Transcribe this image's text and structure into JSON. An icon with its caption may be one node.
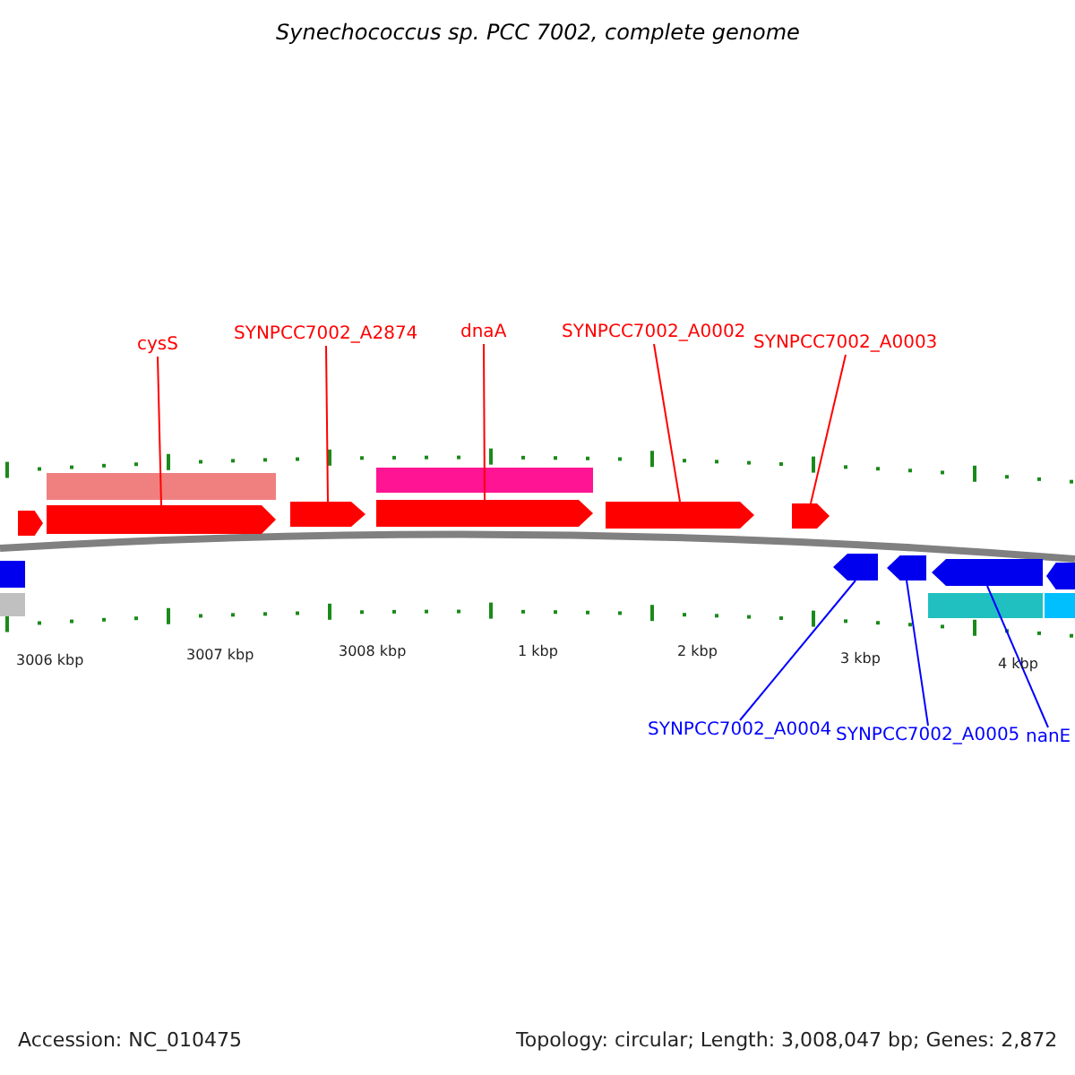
{
  "diagram": {
    "title": "Synechococcus sp. PCC 7002, complete genome",
    "nodes": [
      {
        "text": [
          "cysS"
        ]
      },
      {
        "text": [
          "SYNPCC7002_A2874"
        ]
      },
      {
        "text": [
          "dnaA"
        ]
      },
      {
        "text": [
          "SYNPCC7002_A0002"
        ]
      },
      {
        "text": [
          "SYNPCC7002_A0003"
        ]
      },
      {
        "text": [
          "SYNPCC7002_A0004"
        ]
      },
      {
        "text": [
          "SYNPCC7002_A0005"
        ]
      },
      {
        "text": [
          "nanE"
        ]
      },
      {
        "text": [],
        "shape": "arrow"
      },
      {
        "text": [],
        "shape": "arrow"
      },
      {
        "text": [],
        "shape": "arrow"
      },
      {
        "text": [],
        "shape": "arrow"
      },
      {
        "text": [],
        "shape": "arrow"
      },
      {
        "text": [],
        "shape": "arrow"
      },
      {
        "text": [],
        "shape": "arrow"
      },
      {
        "text": [],
        "shape": "arrow"
      },
      {
        "text": [],
        "shape": "arrow"
      },
      {
        "text": [],
        "shape": "bar"
      },
      {
        "text": [],
        "shape": "bar"
      },
      {
        "text": [],
        "shape": "bar"
      },
      {
        "text": [],
        "shape": "bar"
      },
      {
        "text": [],
        "shape": "arrow"
      },
      {
        "text": [],
        "shape": "bar"
      },
      {
        "text": [],
        "shape": "bar"
      }
    ],
    "edges": [
      {
        "from": 0,
        "to": 8,
        "arrow": "none"
      },
      {
        "from": 1,
        "to": 9,
        "arrow": "none"
      },
      {
        "from": 2,
        "to": 10,
        "arrow": "none"
      },
      {
        "from": 3,
        "to": 11,
        "arrow": "none"
      },
      {
        "from": 4,
        "to": 12,
        "arrow": "none"
      },
      {
        "from": 5,
        "to": 13,
        "arrow": "none",
        "color": "#0000ff"
      },
      {
        "from": 6,
        "to": 14,
        "arrow": "none",
        "color": "#0000ff"
      },
      {
        "from": 7,
        "to": 15,
        "arrow": "none",
        "color": "#0000ff"
      }
    ],
    "labels": [
      "3006 kbp",
      "3007 kbp",
      "3008 kbp",
      "1 kbp",
      "2 kbp",
      "3 kbp",
      "4 kbp",
      "Accession: NC_010475",
      "Topology: circular; Length: 3,008,047 bp; Genes: 2,872"
    ]
  }
}
